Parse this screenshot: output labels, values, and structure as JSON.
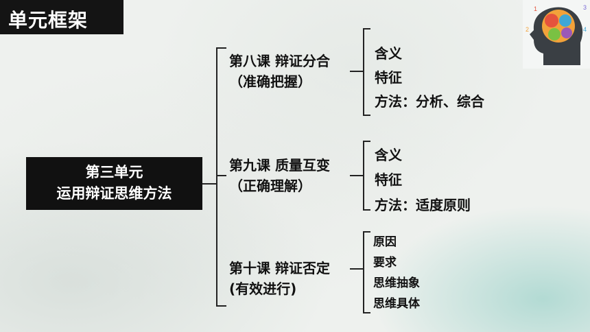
{
  "title": "单元框架",
  "root": {
    "line1": "第三单元",
    "line2": "运用辩证思维方法"
  },
  "lessons": [
    {
      "title": "第八课 辩证分合",
      "subtitle": "（准确把握）",
      "items": [
        "含义",
        "特征",
        "方法：分析、综合"
      ]
    },
    {
      "title": "第九课 质量互变",
      "subtitle": "（正确理解）",
      "items": [
        "含义",
        "特征",
        "方法：适度原则"
      ]
    },
    {
      "title": "第十课 辩证否定",
      "subtitle": "(有效进行)",
      "items": [
        "原因",
        "要求",
        "思维抽象",
        "思维具体"
      ]
    }
  ],
  "head_digits": [
    "1",
    "3",
    "2",
    "4"
  ]
}
